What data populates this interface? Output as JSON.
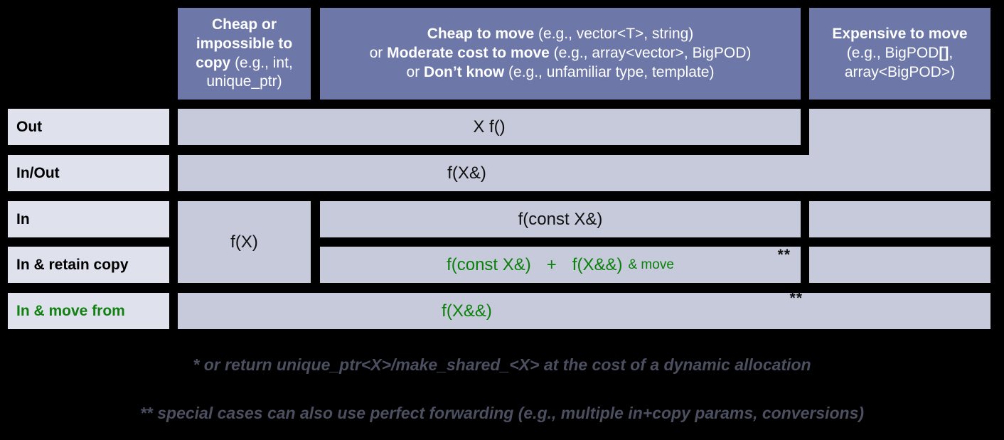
{
  "table": {
    "corner": "",
    "columns": [
      {
        "id": "col-cheap-or-impossible-to-copy",
        "lines": [
          {
            "bold": "Cheap or",
            "rest": ""
          },
          {
            "bold": "impossible to",
            "rest": ""
          },
          {
            "bold": "copy",
            "rest": " (e.g., int,"
          },
          {
            "bold": "",
            "rest": "unique_ptr)"
          }
        ]
      },
      {
        "id": "col-cheap-to-move",
        "lines": [
          {
            "bold": "Cheap to move",
            "rest": " (e.g., vector<T>, string)"
          },
          {
            "pre": "or ",
            "bold": "Moderate cost to move",
            "rest": " (e.g., array<vector>, BigPOD)"
          },
          {
            "pre": "or ",
            "bold": "Don’t know",
            "rest": " (e.g., unfamiliar type, template)"
          }
        ]
      },
      {
        "id": "col-expensive-to-move",
        "lines": [
          {
            "bold": "Expensive to move",
            "rest": ""
          },
          {
            "bold": "",
            "rest": "(e.g., BigPOD[],"
          },
          {
            "bold": "",
            "rest": "array<BigPOD>)"
          }
        ]
      }
    ],
    "rows": [
      {
        "id": "row-out",
        "label": "Out",
        "label_color": "black"
      },
      {
        "id": "row-in-out",
        "label": "In/Out",
        "label_color": "black"
      },
      {
        "id": "row-in",
        "label": "In",
        "label_color": "black"
      },
      {
        "id": "row-in-retain-copy",
        "label": "In & retain copy",
        "label_color": "black"
      },
      {
        "id": "row-in-move-from",
        "label": "In & move from",
        "label_color": "green"
      }
    ],
    "cells": {
      "out_main": "X f()",
      "out_expensive": "",
      "inout_all": "f(X&)",
      "in_col2": "f(X)",
      "in_main": "f(const X&)",
      "in_retain_part1": "f(const X&)",
      "in_retain_plus": "+",
      "in_retain_part2": "f(X&&)",
      "in_retain_part3": "& move",
      "in_retain_mark": "**",
      "in_move_from": "f(X&&)",
      "in_move_from_mark": "**"
    }
  },
  "footnotes": [
    "* or return unique_ptr<X>/make_shared_<X> at the cost of a dynamic allocation",
    "** special cases can also use perfect forwarding (e.g., multiple in+copy params, conversions)"
  ],
  "colors": {
    "header_bg": "#6d78a8",
    "rowlabel_bg": "#dfe2ec",
    "body_bg": "#c6cadb",
    "green": "#0a800a",
    "background": "#000000",
    "footnote_text": "#4b4f60"
  }
}
